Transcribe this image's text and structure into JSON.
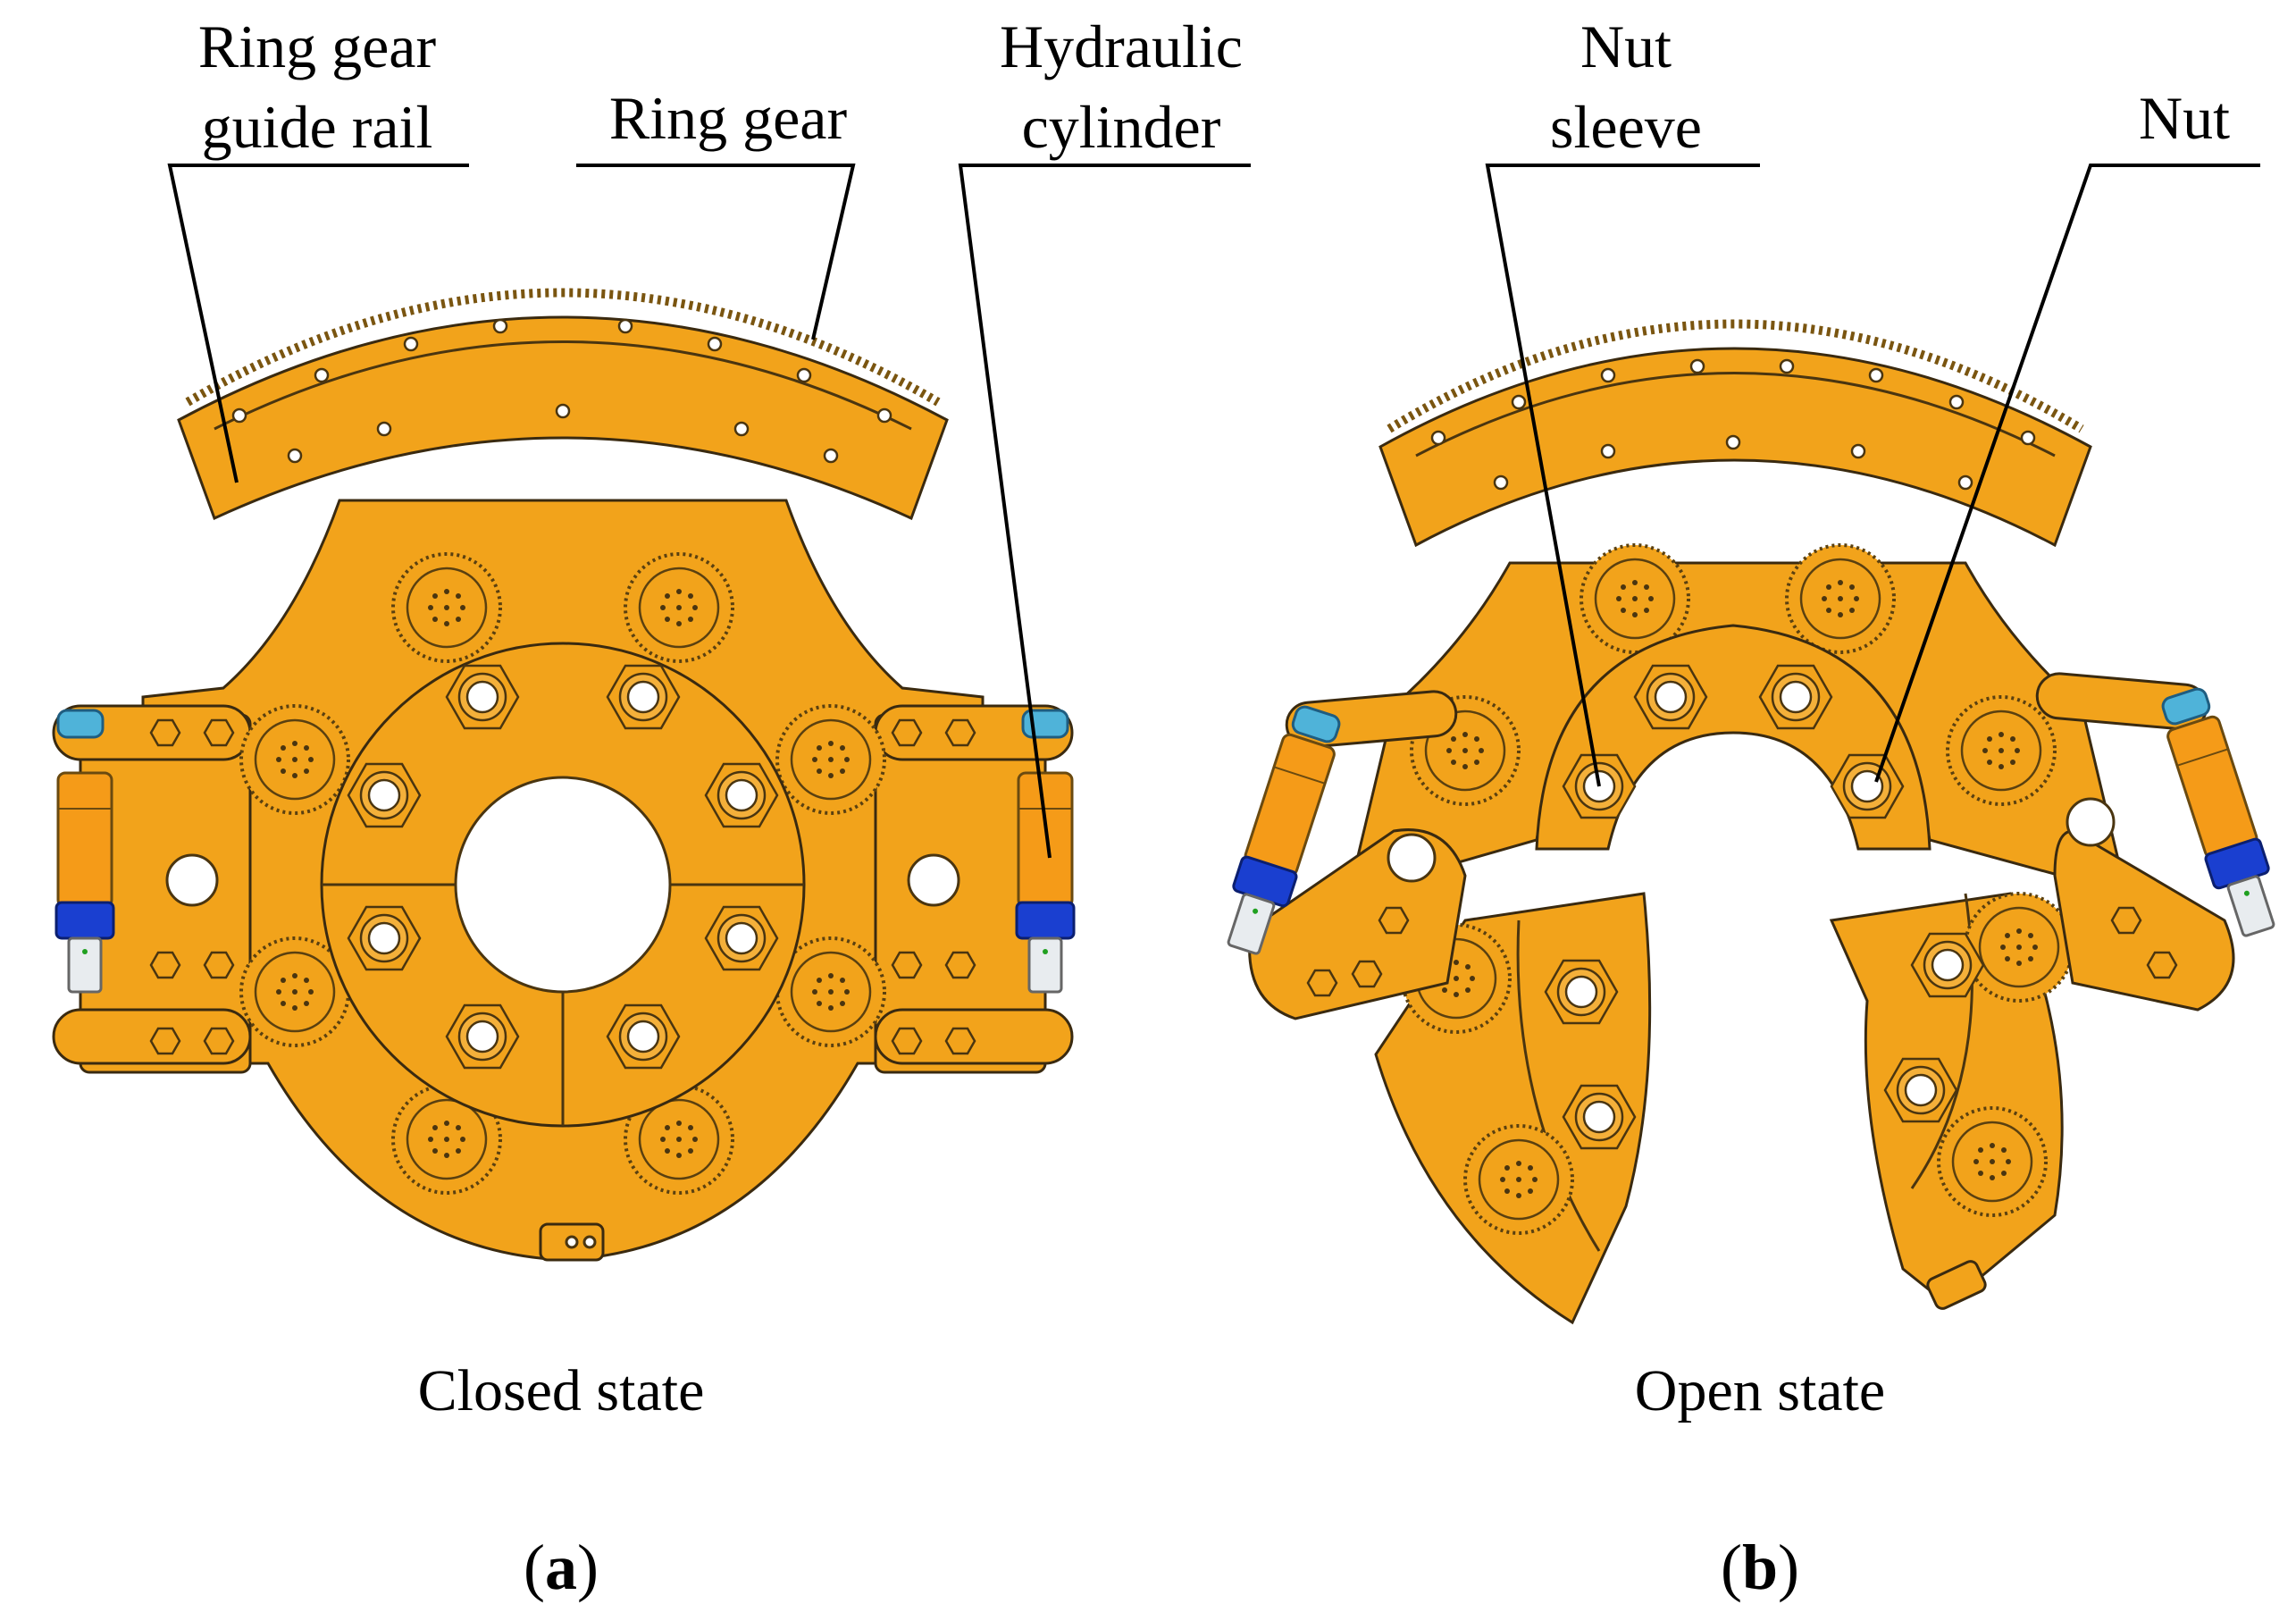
{
  "labels": {
    "ring_gear_guide_rail": [
      "Ring gear",
      "guide rail"
    ],
    "ring_gear": "Ring gear",
    "hydraulic_cylinder": [
      "Hydraulic",
      "cylinder"
    ],
    "nut_sleeve": [
      "Nut",
      "sleeve"
    ],
    "nut": "Nut"
  },
  "captions": {
    "left": "Closed state",
    "right": "Open state"
  },
  "subfigures": {
    "a": "a",
    "b": "b"
  },
  "colors": {
    "body": "#f2a31b",
    "cylinder_blue": "#1a3fd0",
    "cylinder_cap": "#4fb3d9"
  }
}
